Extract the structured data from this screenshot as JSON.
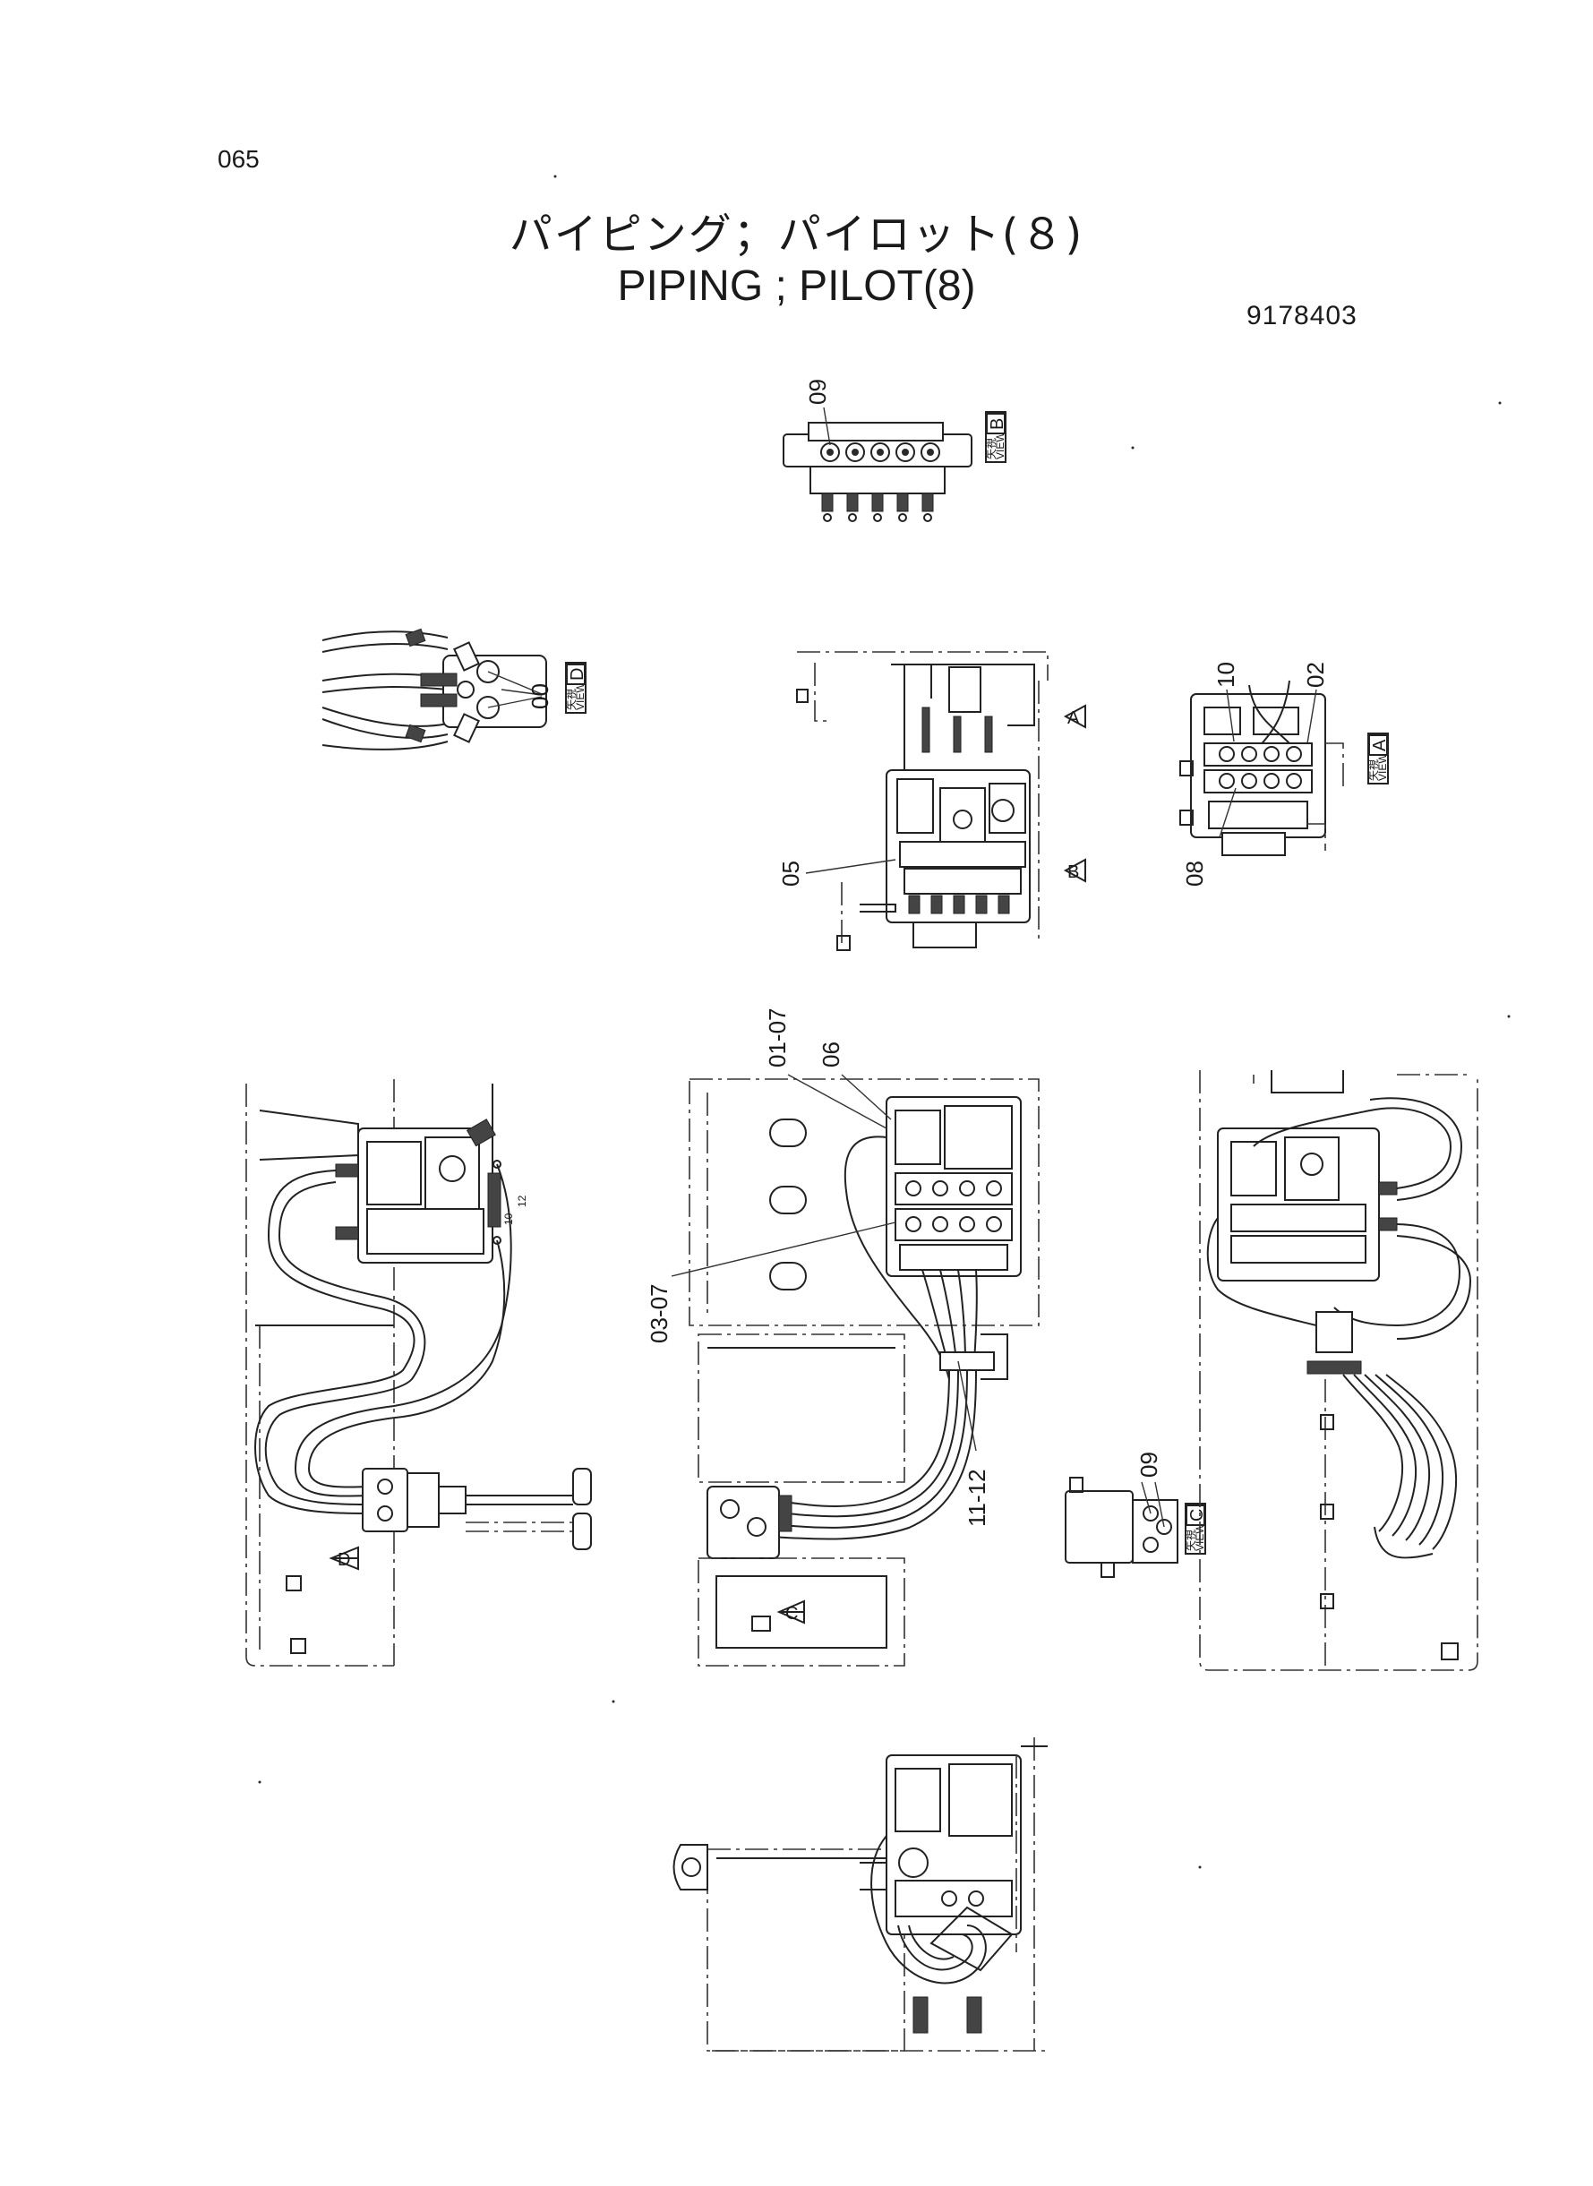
{
  "header": {
    "page_number": "065",
    "title_jp": "パイピング；パイロット(８)",
    "title_en": "PIPING ; PILOT(8)",
    "drawing_number": "9178403"
  },
  "view_labels": [
    {
      "id": "view-b",
      "jp": "矢視",
      "en": "VIEW",
      "letter": "B"
    },
    {
      "id": "view-d",
      "jp": "矢視",
      "en": "VIEW",
      "letter": "D"
    },
    {
      "id": "view-a",
      "jp": "矢視",
      "en": "VIEW",
      "letter": "A"
    },
    {
      "id": "view-c",
      "jp": "矢視",
      "en": "VIEW",
      "letter": "C"
    }
  ],
  "part_callouts": {
    "view_b_09": "09",
    "view_d_00": "00",
    "center_05": "05",
    "view_a_10": "10",
    "view_a_02": "02",
    "view_a_08": "08",
    "main_01_07": "01-07",
    "main_06": "06",
    "main_03_07": "03-07",
    "main_11_12": "11-12",
    "view_c_09": "09",
    "left_10": "10",
    "left_12": "12"
  },
  "arrow_markers": {
    "left_d": "D",
    "main_c": "C",
    "center_a": "A",
    "center_b": "B"
  }
}
